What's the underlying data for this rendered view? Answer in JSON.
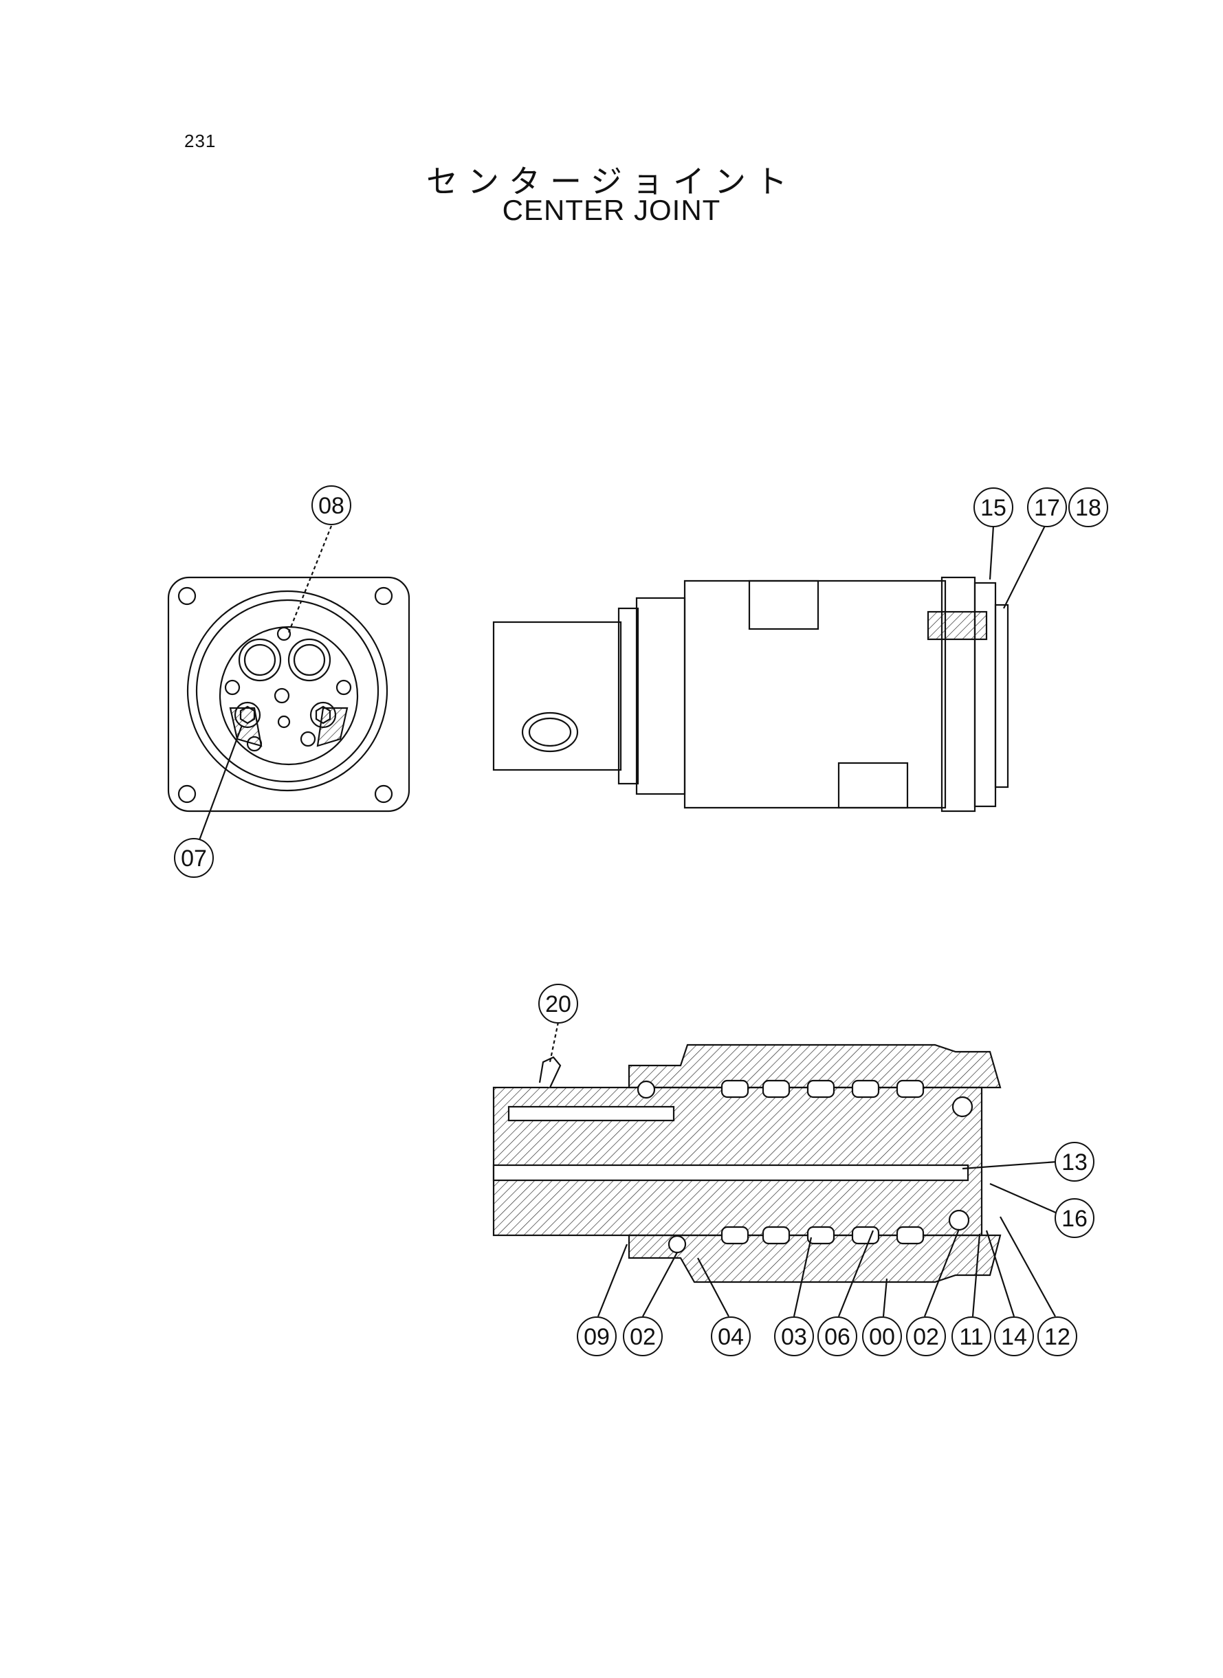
{
  "page": {
    "number": "231",
    "title_jp": "センタージョイント",
    "title_en": "CENTER JOINT"
  },
  "callouts": {
    "end_view": [
      "08",
      "07"
    ],
    "side_view": [
      "15",
      "17",
      "18"
    ],
    "section_view": [
      "20",
      "13",
      "16",
      "09",
      "02",
      "04",
      "03",
      "06",
      "00",
      "02",
      "11",
      "14",
      "12"
    ]
  }
}
